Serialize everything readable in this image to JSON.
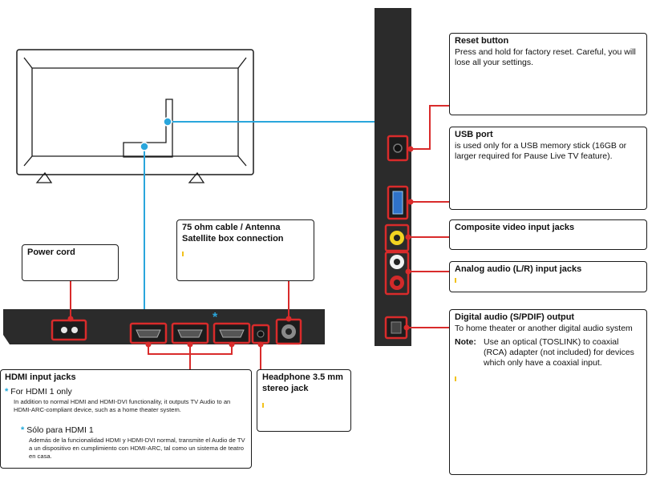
{
  "colors": {
    "callout": "#d92b2b",
    "leader": "#2aa6dc",
    "panel": "#2b2b2b"
  },
  "hdmi_asterisk": "*",
  "reset": {
    "title": "Reset button",
    "desc": "Press and hold for factory reset. Careful, you will lose all your settings."
  },
  "usb": {
    "title": "USB port",
    "desc": "is used only for a USB memory stick (16GB or larger required for Pause Live TV feature)."
  },
  "composite": {
    "title": "Composite video input jacks"
  },
  "analog": {
    "title": "Analog audio (L/R) input jacks"
  },
  "digital": {
    "title": "Digital audio (S/PDIF) output",
    "desc": "To home theater or another digital audio system",
    "note_label": "Note:",
    "note_text": "Use an optical (TOSLINK) to coaxial (RCA) adapter (not included) for devices which only have a coaxial input."
  },
  "antenna": {
    "title": "75 ohm cable / Antenna Satellite box connection"
  },
  "power": {
    "title": "Power cord"
  },
  "hdmi": {
    "title": "HDMI input jacks",
    "en_head": "For HDMI 1 only",
    "en_text": "In addition to normal HDMI and HDMI-DVI functionality, it outputs TV Audio to an HDMI-ARC-compliant device, such as a home theater system.",
    "es_head": "Sólo para HDMI 1",
    "es_text": "Además de la funcionalidad HDMI y HDMI-DVI normal, transmite el Audio de TV a un dispositivo en cumplimiento con HDMI-ARC, tal como un sistema de teatro en casa."
  },
  "headphone": {
    "title": "Headphone 3.5 mm stereo jack"
  }
}
